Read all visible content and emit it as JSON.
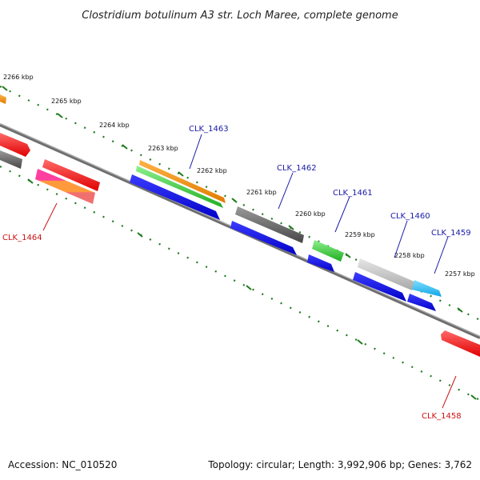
{
  "title": "Clostridium botulinum A3 str. Loch Maree, complete genome",
  "accession": "Accession: NC_010520",
  "summary": "Topology: circular; Length: 3,992,906 bp; Genes: 3,762",
  "ticks": [
    "2266 kbp",
    "2265 kbp",
    "2264 kbp",
    "2263 kbp",
    "2262 kbp",
    "2261 kbp",
    "2260 kbp",
    "2259 kbp",
    "2258 kbp",
    "2257 kbp"
  ],
  "genes": [
    {
      "label": "CLK_1463",
      "strand": "forward"
    },
    {
      "label": "CLK_1462",
      "strand": "forward"
    },
    {
      "label": "CLK_1461",
      "strand": "forward"
    },
    {
      "label": "CLK_1460",
      "strand": "forward"
    },
    {
      "label": "CLK_1459",
      "strand": "forward"
    },
    {
      "label": "CLK_1464",
      "strand": "reverse"
    },
    {
      "label": "CLK_1458",
      "strand": "reverse"
    }
  ],
  "colors": {
    "forward_label": "#1a1aa8",
    "reverse_label": "#cc1111",
    "backbone": "#6e6e6e",
    "ticks": "#1f7a1f"
  }
}
